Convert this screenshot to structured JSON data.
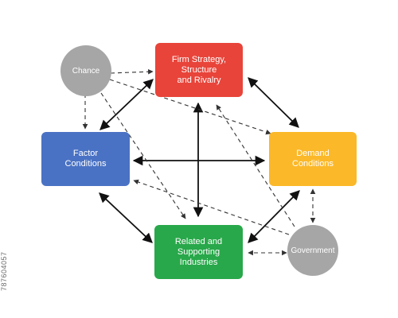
{
  "nodes": {
    "strategy": {
      "label": "Firm Strategy,\nStructure\nand Rivalry",
      "color": "#e8443a"
    },
    "factor": {
      "label": "Factor\nConditions",
      "color": "#4a72c4"
    },
    "demand": {
      "label": "Demand\nConditions",
      "color": "#fbb829"
    },
    "related": {
      "label": "Related and\nSupporting\nIndustries",
      "color": "#28a84a"
    },
    "chance": {
      "label": "Chance",
      "color": "#a6a6a6"
    },
    "government": {
      "label": "Government",
      "color": "#a6a6a6"
    }
  },
  "connections": {
    "solid": [
      [
        "strategy",
        "factor"
      ],
      [
        "strategy",
        "demand"
      ],
      [
        "strategy",
        "related"
      ],
      [
        "factor",
        "demand"
      ],
      [
        "factor",
        "related"
      ],
      [
        "demand",
        "related"
      ]
    ],
    "dashed": [
      [
        "chance",
        "strategy"
      ],
      [
        "chance",
        "factor"
      ],
      [
        "chance",
        "demand"
      ],
      [
        "chance",
        "related"
      ],
      [
        "government",
        "strategy"
      ],
      [
        "government",
        "factor"
      ],
      [
        "government",
        "demand"
      ],
      [
        "government",
        "related"
      ]
    ]
  },
  "watermark": "787604057"
}
